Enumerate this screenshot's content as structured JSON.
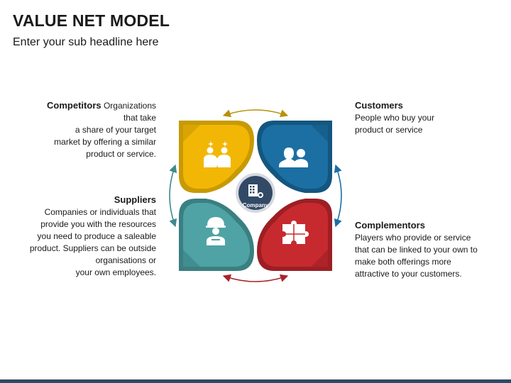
{
  "header": {
    "title": "VALUE NET MODEL",
    "subtitle": "Enter your sub headline here"
  },
  "center": {
    "label": "Company",
    "icon": "company-building-icon"
  },
  "competitors": {
    "head": "Competitors",
    "line1_rest": "Organizations",
    "lines": [
      "that take",
      "a share of your target",
      "market by offering a similar",
      "product or service."
    ],
    "color": "#f2b705",
    "icon": "handshake-people-icon"
  },
  "customers": {
    "head": "Customers",
    "lines": [
      "People who buy your",
      "product or service"
    ],
    "color": "#1b6fa3",
    "icon": "customers-people-icon"
  },
  "suppliers": {
    "head": "Suppliers",
    "lines": [
      "Companies or individuals that",
      "provide you with the resources",
      "you need to produce a saleable",
      "product. Suppliers can be outside",
      "organisations or",
      "your own employees."
    ],
    "color": "#4fa3a5",
    "icon": "worker-icon"
  },
  "complementors": {
    "head": "Complementors",
    "lines": [
      "Players who provide or service",
      "that can be linked to your own to",
      "make both offerings more",
      "attractive to your customers."
    ],
    "color": "#c62a2f",
    "icon": "puzzle-icon"
  }
}
